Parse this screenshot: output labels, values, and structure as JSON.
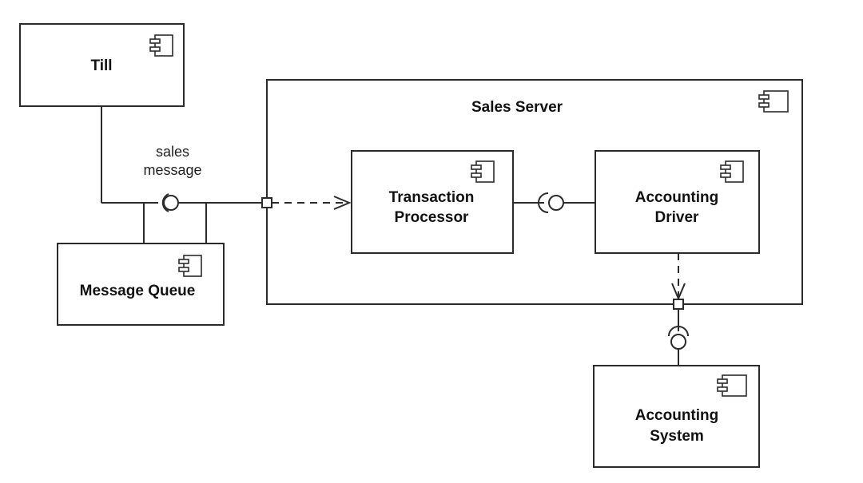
{
  "components": {
    "till": {
      "label": "Till",
      "icon": "component-icon"
    },
    "message_queue": {
      "label": "Message Queue",
      "icon": "component-icon"
    },
    "sales_server": {
      "label": "Sales Server",
      "icon": "component-icon"
    },
    "transaction_processor": {
      "line1": "Transaction",
      "line2": "Processor",
      "icon": "component-icon"
    },
    "accounting_driver": {
      "line1": "Accounting",
      "line2": "Driver",
      "icon": "component-icon"
    },
    "accounting_system": {
      "line1": "Accounting",
      "line2": "System",
      "icon": "component-icon"
    }
  },
  "interfaces": {
    "sales_message": {
      "line1": "sales",
      "line2": "message"
    }
  },
  "colors": {
    "stroke": "#2b2b2b",
    "background": "#ffffff",
    "text": "#111111"
  }
}
